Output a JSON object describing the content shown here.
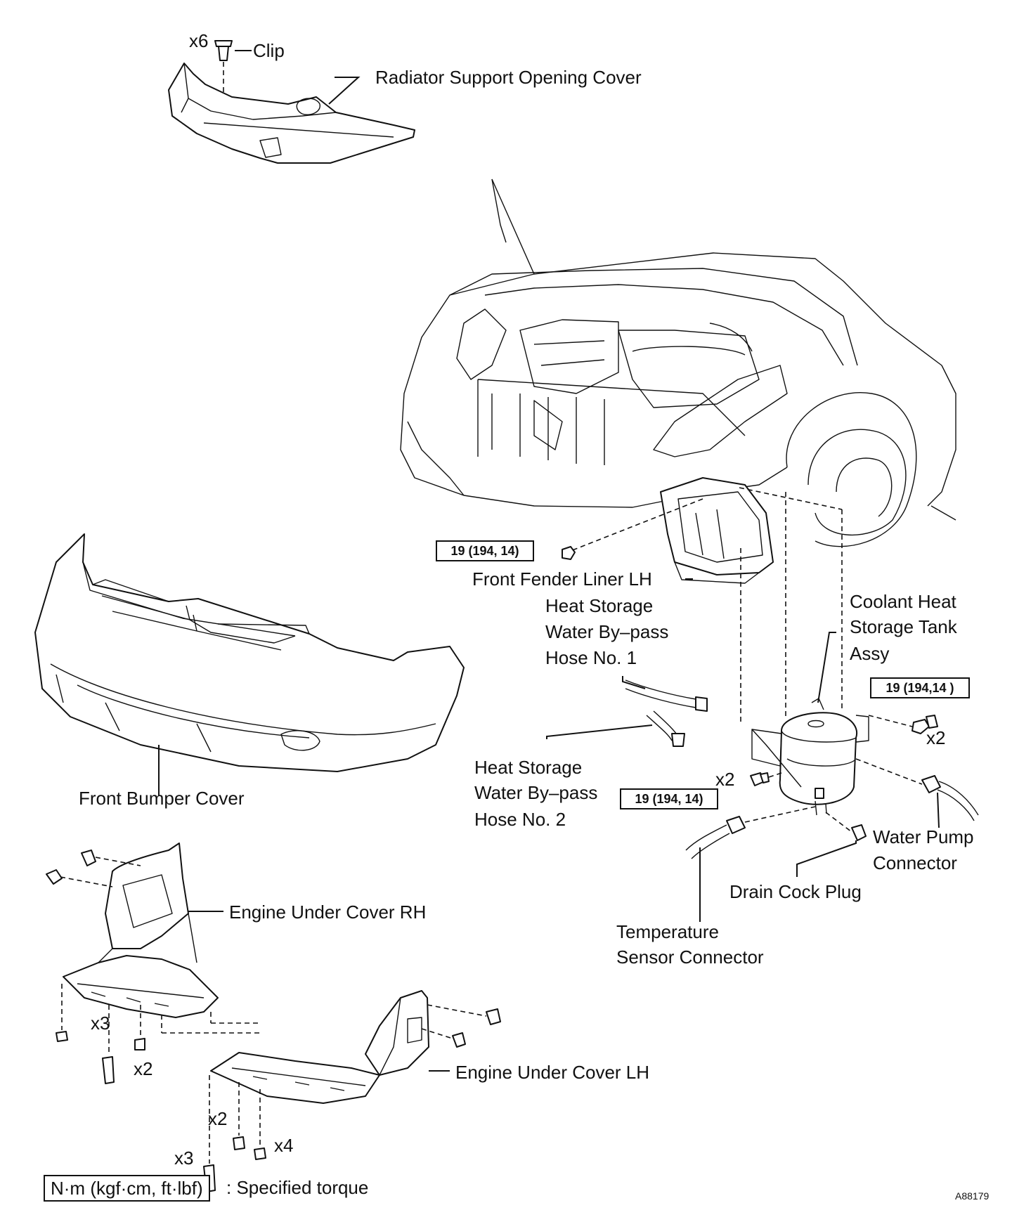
{
  "labels": {
    "clip_qty": "x6",
    "clip": "Clip",
    "radiator_cover": "Radiator Support Opening Cover",
    "fender_liner": "Front Fender Liner LH",
    "hose1_line1": "Heat Storage",
    "hose1_line2": "Water By–pass",
    "hose1_line3": "Hose No. 1",
    "tank_line1": "Coolant Heat",
    "tank_line2": "Storage Tank",
    "tank_line3": "Assy",
    "hose2_line1": "Heat Storage",
    "hose2_line2": "Water By–pass",
    "hose2_line3": "Hose No. 2",
    "bumper": "Front Bumper Cover",
    "water_pump_line1": "Water Pump",
    "water_pump_line2": "Connector",
    "drain_cock": "Drain Cock Plug",
    "temp_line1": "Temperature",
    "temp_line2": "Sensor Connector",
    "under_rh": "Engine Under Cover RH",
    "under_lh": "Engine Under Cover LH",
    "qty_tank_bolt": "x2",
    "qty_bracket_bolt": "x2",
    "qty_rh_screw": "x3",
    "qty_rh_bolt": "x2",
    "qty_lh_bolt": "x2",
    "qty_lh_screw": "x3",
    "qty_lh_clip": "x4"
  },
  "torques": {
    "fender": "19 (194, 14)",
    "tank": "19 (194,14 )",
    "bracket": "19 (194, 14)"
  },
  "legend": {
    "unit": "N·m (kgf·cm, ft·lbf)",
    "desc": ": Specified torque"
  },
  "figure_id": "A88179"
}
